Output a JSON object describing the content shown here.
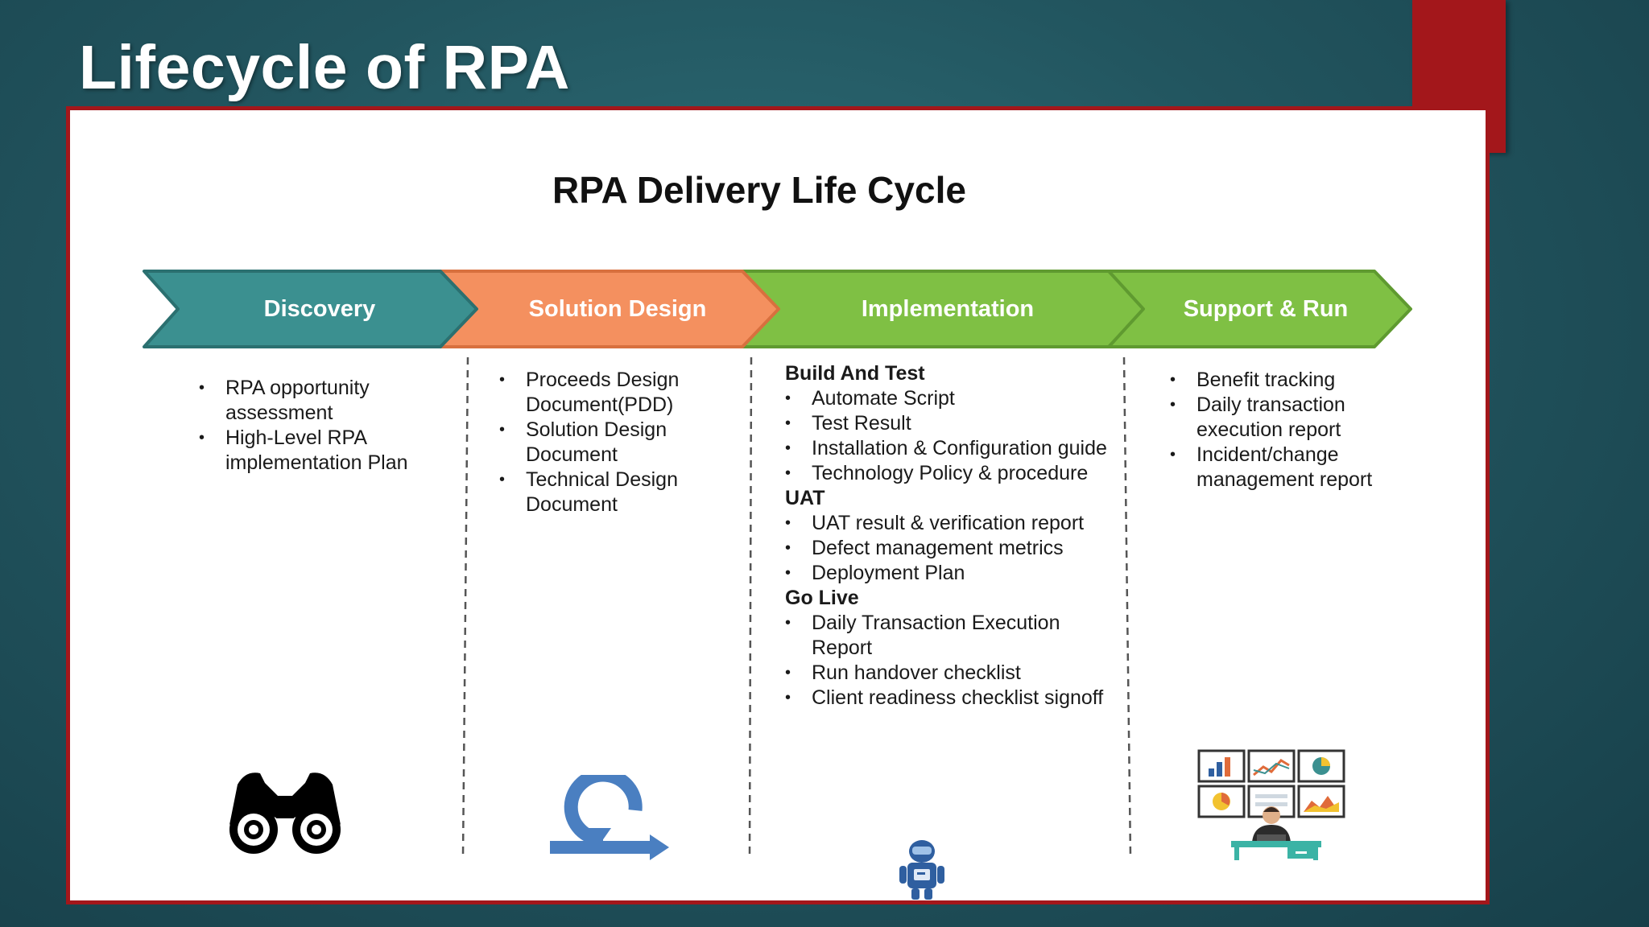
{
  "slide": {
    "title": "Lifecycle of RPA"
  },
  "diagram": {
    "title": "RPA Delivery Life Cycle",
    "colors": {
      "discovery": "#3b9090",
      "solution_design": "#f4905f",
      "implementation": "#7fc044",
      "support_run": "#7fc044",
      "frame": "#a3171b"
    },
    "phases": [
      {
        "label": "Discovery",
        "icon": "binoculars-icon",
        "items": [
          "RPA opportunity assessment",
          "High-Level RPA implementation Plan"
        ]
      },
      {
        "label": "Solution Design",
        "icon": "iteration-cycle-icon",
        "items": [
          "Proceeds Design Document(PDD)",
          "Solution Design Document",
          "Technical Design Document"
        ]
      },
      {
        "label": "Implementation",
        "icon": "robot-icon",
        "sections": [
          {
            "heading": "Build And Test",
            "items": [
              "Automate Script",
              "Test Result",
              "Installation & Configuration guide",
              "Technology Policy & procedure"
            ]
          },
          {
            "heading": "UAT",
            "items": [
              "UAT result & verification report",
              "Defect management metrics",
              "Deployment Plan"
            ]
          },
          {
            "heading": "Go Live",
            "items": [
              "Daily Transaction Execution Report",
              "Run handover checklist",
              "Client readiness checklist signoff"
            ]
          }
        ]
      },
      {
        "label": "Support & Run",
        "icon": "monitoring-operator-icon",
        "items": [
          "Benefit tracking",
          "Daily transaction execution report",
          "Incident/change management report"
        ]
      }
    ]
  }
}
